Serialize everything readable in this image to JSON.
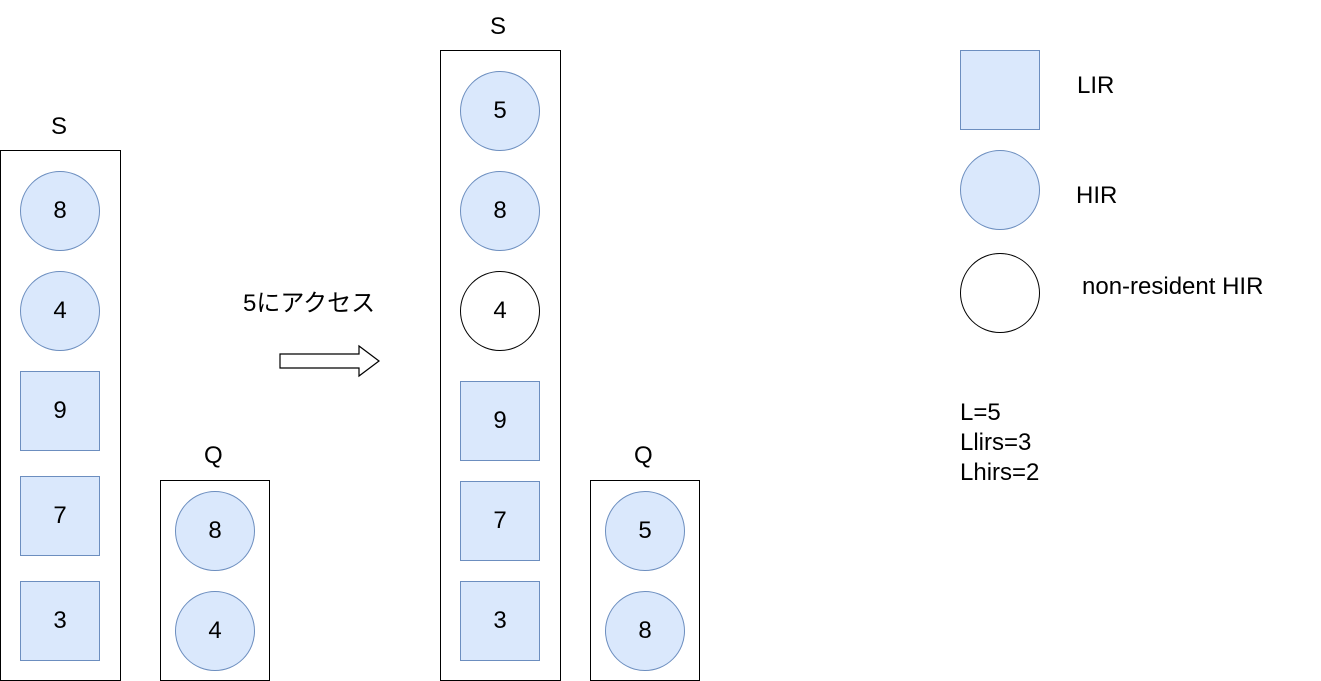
{
  "before": {
    "s_label": "S",
    "q_label": "Q",
    "s_items": [
      {
        "kind": "hir",
        "value": "8"
      },
      {
        "kind": "hir",
        "value": "4"
      },
      {
        "kind": "lir",
        "value": "9"
      },
      {
        "kind": "lir",
        "value": "7"
      },
      {
        "kind": "lir",
        "value": "3"
      }
    ],
    "q_items": [
      {
        "kind": "hir",
        "value": "8"
      },
      {
        "kind": "hir",
        "value": "4"
      }
    ]
  },
  "transition": {
    "label": "5にアクセス"
  },
  "after": {
    "s_label": "S",
    "q_label": "Q",
    "s_items": [
      {
        "kind": "hir",
        "value": "5"
      },
      {
        "kind": "hir",
        "value": "8"
      },
      {
        "kind": "nrh",
        "value": "4"
      },
      {
        "kind": "lir",
        "value": "9"
      },
      {
        "kind": "lir",
        "value": "7"
      },
      {
        "kind": "lir",
        "value": "3"
      }
    ],
    "q_items": [
      {
        "kind": "hir",
        "value": "5"
      },
      {
        "kind": "hir",
        "value": "8"
      }
    ]
  },
  "legend": {
    "lir": "LIR",
    "hir": "HIR",
    "nrh": "non-resident HIR"
  },
  "params": {
    "line1": "L=5",
    "line2": "Llirs=3",
    "line3": "Lhirs=2"
  },
  "colors": {
    "fill": "#dae8fc",
    "stroke": "#6c8ebf"
  }
}
